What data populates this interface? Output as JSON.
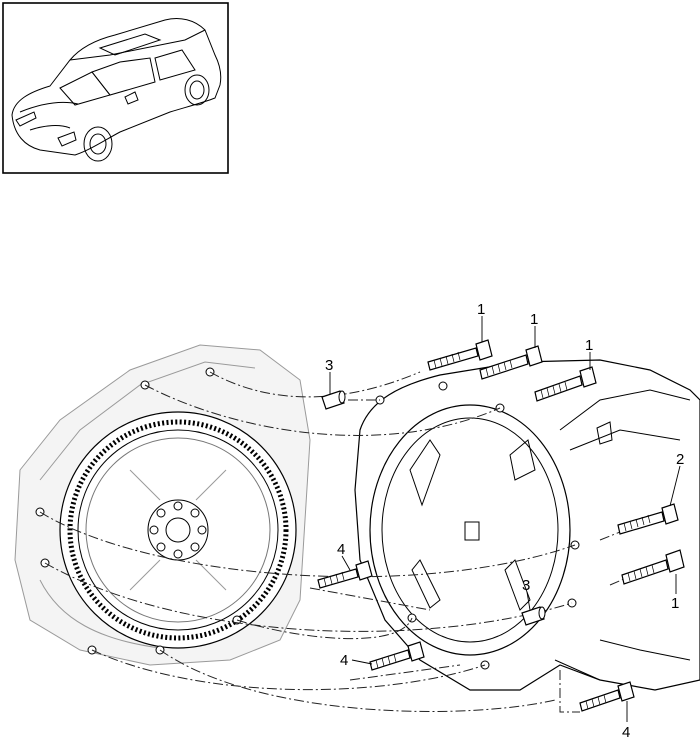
{
  "callouts": [
    {
      "id": "c1a",
      "label": "1"
    },
    {
      "id": "c1b",
      "label": "1"
    },
    {
      "id": "c1c",
      "label": "1"
    },
    {
      "id": "c2",
      "label": "2"
    },
    {
      "id": "c1d",
      "label": "1"
    },
    {
      "id": "c3a",
      "label": "3"
    },
    {
      "id": "c3b",
      "label": "3"
    },
    {
      "id": "c4a",
      "label": "4"
    },
    {
      "id": "c4b",
      "label": "4"
    },
    {
      "id": "c4c",
      "label": "4"
    }
  ]
}
